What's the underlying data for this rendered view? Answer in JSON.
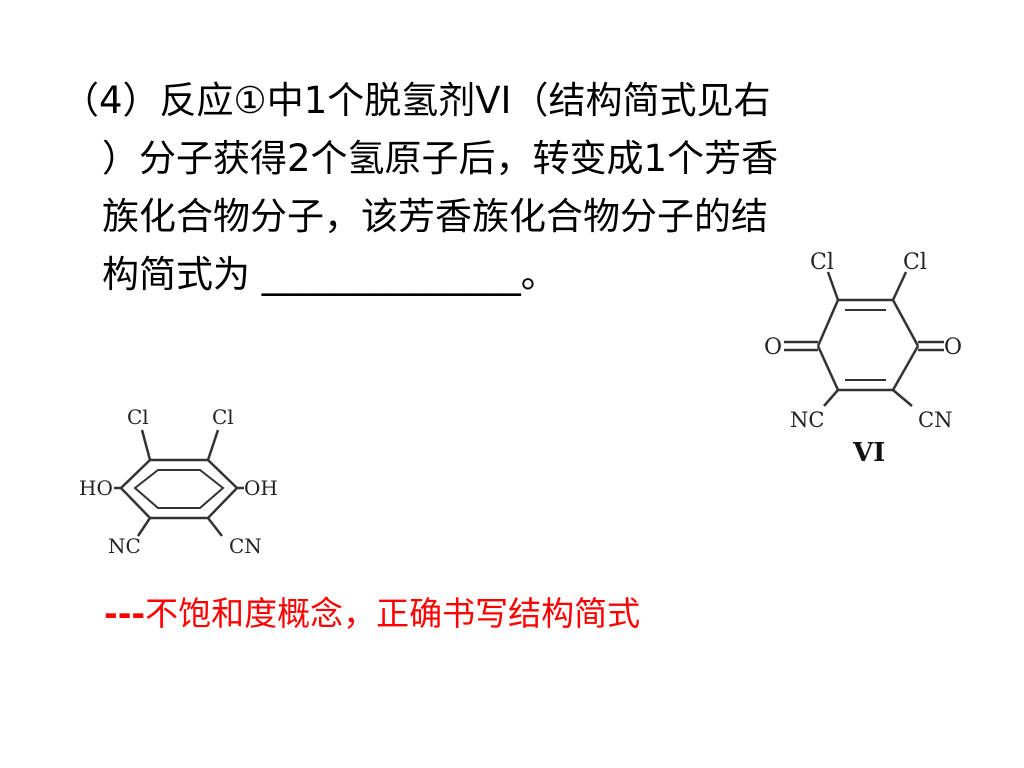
{
  "question": {
    "line1": "（4）反应①中1个脱氢剂VI（结构简式见右",
    "line2": "）分子获得2个氢原子后，转变成1个芳香",
    "line3": "族化合物分子，该芳香族化合物分子的结",
    "line4": "构简式为 ______________。"
  },
  "product_molecule": {
    "top_left": "Cl",
    "top_right": "Cl",
    "left": "HO",
    "right": "OH",
    "bottom_left": "NC",
    "bottom_right": "CN"
  },
  "reagent_molecule": {
    "top_left": "Cl",
    "top_right": "Cl",
    "left": "O",
    "right": "O",
    "bottom_left": "NC",
    "bottom_right": "CN",
    "name": "VI"
  },
  "note": {
    "dashes": "---",
    "text": "不饱和度概念，正确书写结构简式"
  },
  "colors": {
    "text": "#000000",
    "note": "#ff0000",
    "bond": "#333333"
  }
}
